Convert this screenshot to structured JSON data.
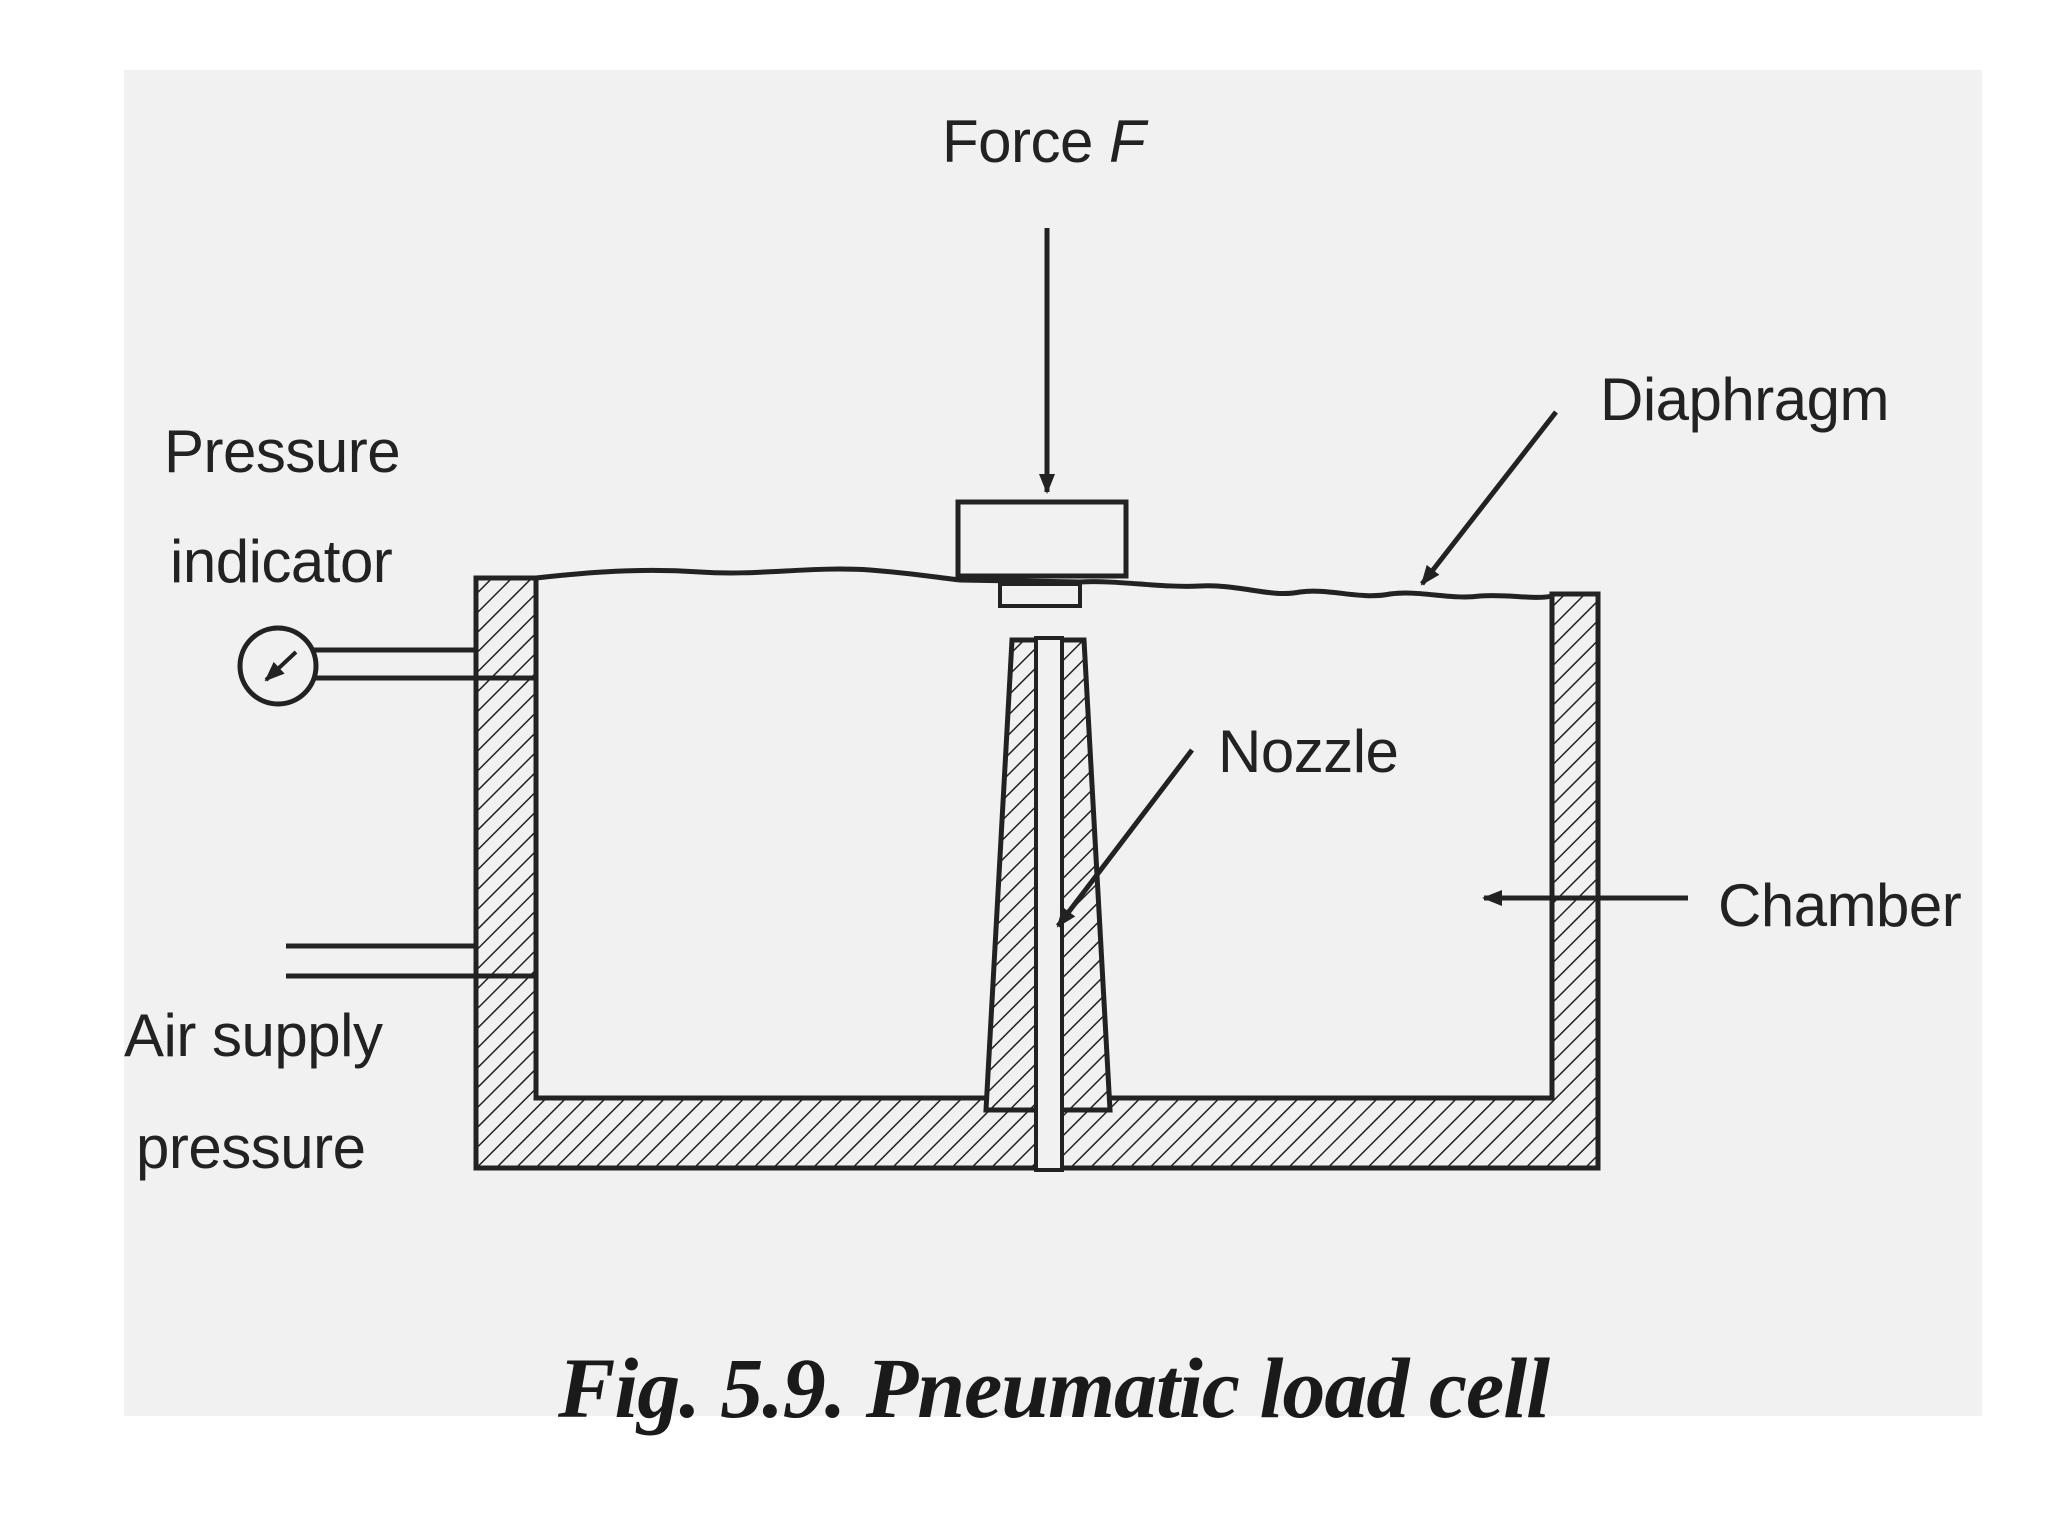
{
  "figure": {
    "caption": "Fig. 5.9. Pneumatic load cell",
    "labels": {
      "force": "Force",
      "force_symbol": "F",
      "diaphragm": "Diaphragm",
      "pressure_indicator_line1": "Pressure",
      "pressure_indicator_line2": "indicator",
      "nozzle": "Nozzle",
      "chamber": "Chamber",
      "air_supply_line1": "Air supply",
      "air_supply_line2": "pressure"
    }
  },
  "colors": {
    "ink": "#222222",
    "paper": "#f1f1f1",
    "background": "#ffffff"
  }
}
